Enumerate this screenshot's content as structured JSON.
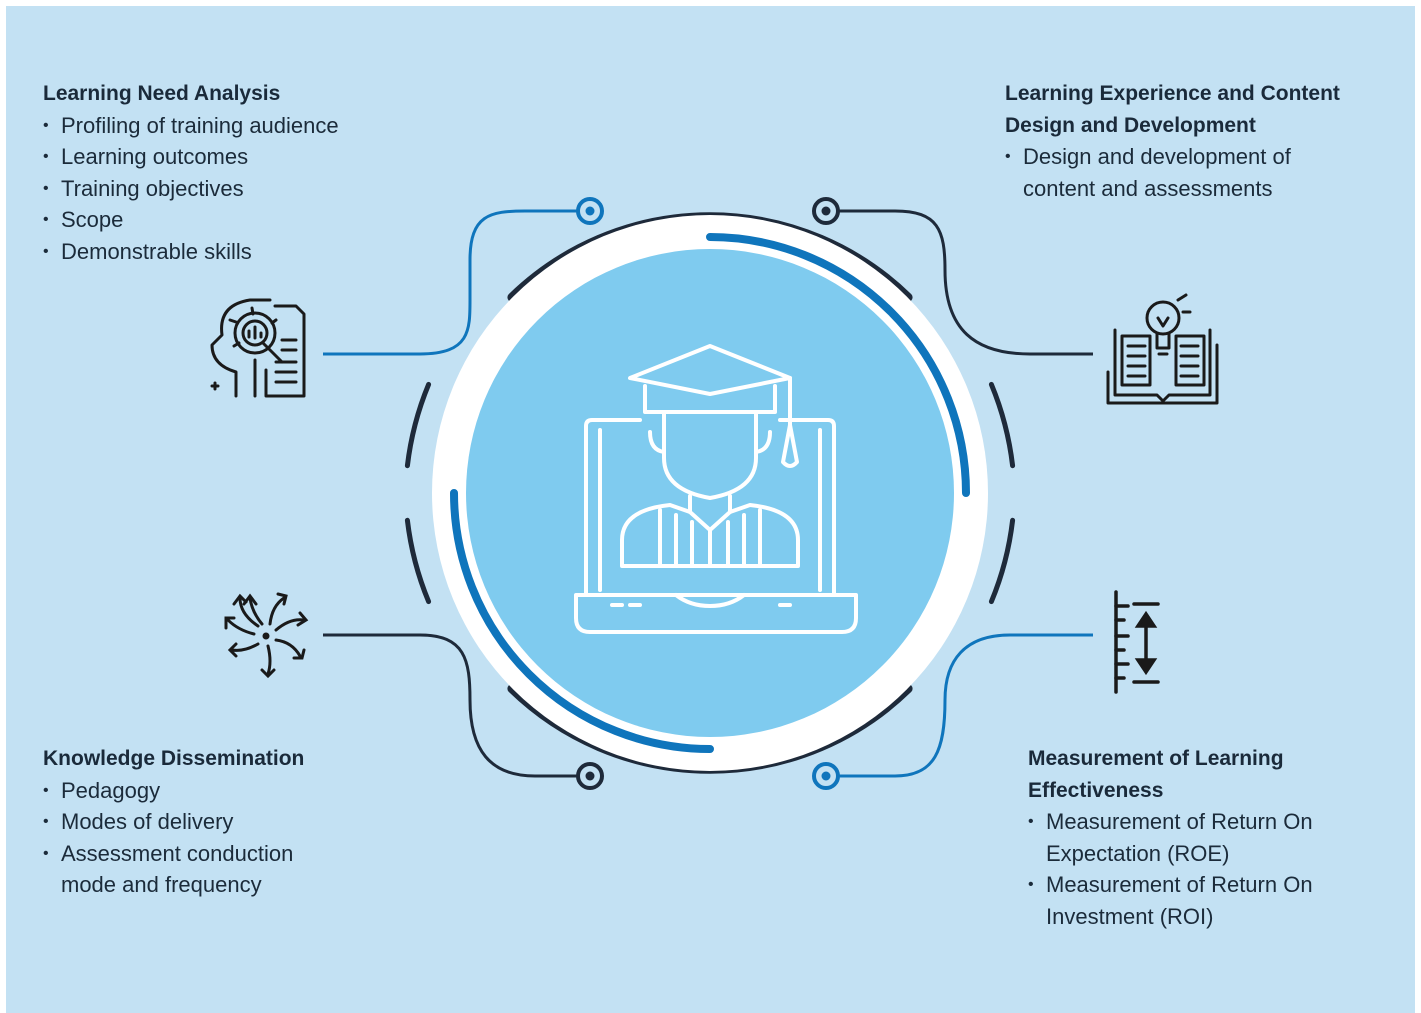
{
  "colors": {
    "panel_background": "#c3e1f3",
    "inner_circle": "#7fcbef",
    "dark_navy": "#1e2a3a",
    "accent_blue": "#0f75bc",
    "white": "#ffffff"
  },
  "center": {
    "icon": "graduate-on-laptop-icon"
  },
  "sections": {
    "top_left": {
      "title": "Learning Need Analysis",
      "icon": "head-gear-analysis-icon",
      "items": [
        "Profiling of training audience",
        "Learning outcomes",
        "Training objectives",
        "Scope",
        "Demonstrable skills"
      ]
    },
    "top_right": {
      "title_line1": "Learning Experience and Content",
      "title_line2": "Design and Development",
      "icon": "book-lightbulb-icon",
      "items": [
        "Design and development of content and assessments"
      ]
    },
    "bottom_left": {
      "title": "Knowledge Dissemination",
      "icon": "radiating-arrows-icon",
      "items": [
        "Pedagogy",
        "Modes of delivery",
        "Assessment conduction mode and frequency"
      ]
    },
    "bottom_right": {
      "title_line1": "Measurement of Learning",
      "title_line2": "Effectiveness",
      "icon": "measurement-ruler-icon",
      "items": [
        "Measurement of Return On Expectation (ROE)",
        "Measurement of Return On Investment (ROI)"
      ]
    }
  }
}
